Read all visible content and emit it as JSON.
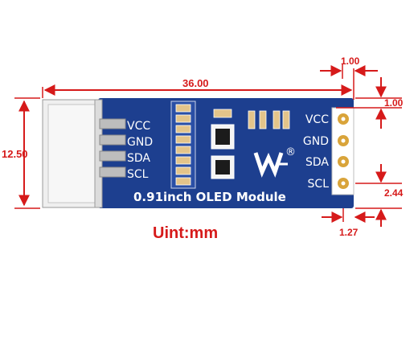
{
  "board": {
    "title": "0.91inch OLED Module",
    "left_pins": [
      "VCC",
      "GND",
      "SDA",
      "SCL"
    ],
    "right_pins": [
      "VCC",
      "GND",
      "SDA",
      "SCL"
    ],
    "logo_mark": "®"
  },
  "dimensions": {
    "overall_width": "36.00",
    "height": "12.50",
    "hole_offset_x": "1.00",
    "hole_offset_y": "1.00",
    "pin_pitch": "2.44",
    "edge_offset": "1.27"
  },
  "units_label": "Uint:mm",
  "colors": {
    "dimension": "#d61a1a",
    "pcb": "#1d3f8f",
    "connector": "#efefef",
    "pad": "#d9a43a"
  }
}
